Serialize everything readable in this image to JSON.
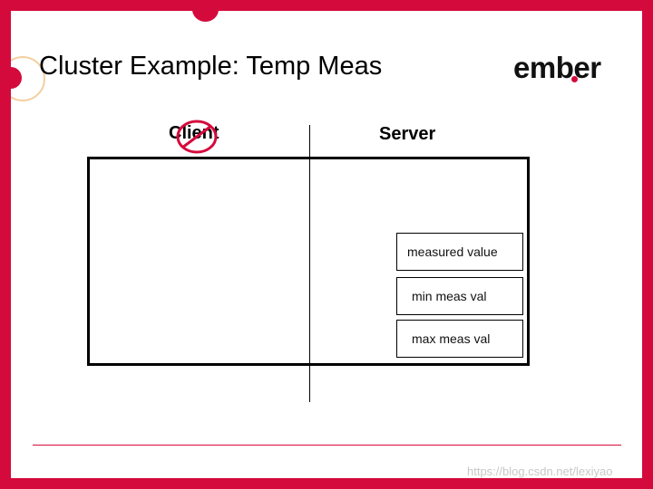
{
  "slide": {
    "title": "Cluster Example: Temp Meas",
    "logo_text": "ember"
  },
  "diagram": {
    "client_label": "Client",
    "server_label": "Server",
    "client_marker_icon": "prohibited-icon",
    "attributes": [
      "measured value",
      "min meas val",
      "max meas val"
    ]
  },
  "watermark": "https://blog.csdn.net/lexiyao",
  "colors": {
    "accent": "#d50a3c",
    "text": "#000000",
    "background": "#ffffff"
  }
}
